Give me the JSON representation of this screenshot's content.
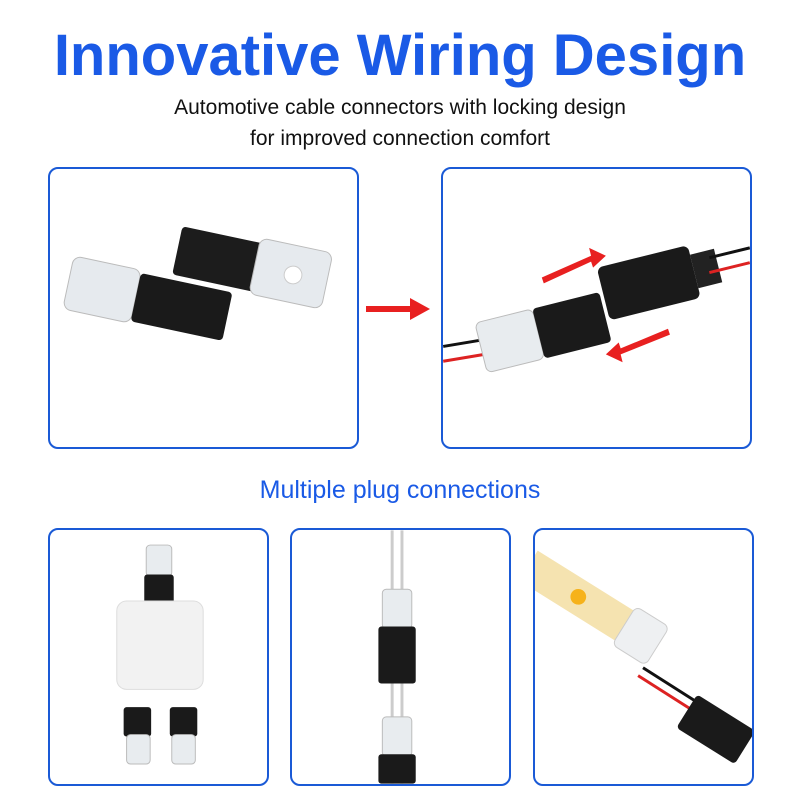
{
  "title": "Innovative Wiring Design",
  "subtitle_line1": "Automotive cable connectors with locking design",
  "subtitle_line2": "for improved connection comfort",
  "section_heading": "Multiple plug connections",
  "colors": {
    "accent": "#1a5ae6",
    "border": "#1a5ad6",
    "arrow": "#e82020"
  }
}
